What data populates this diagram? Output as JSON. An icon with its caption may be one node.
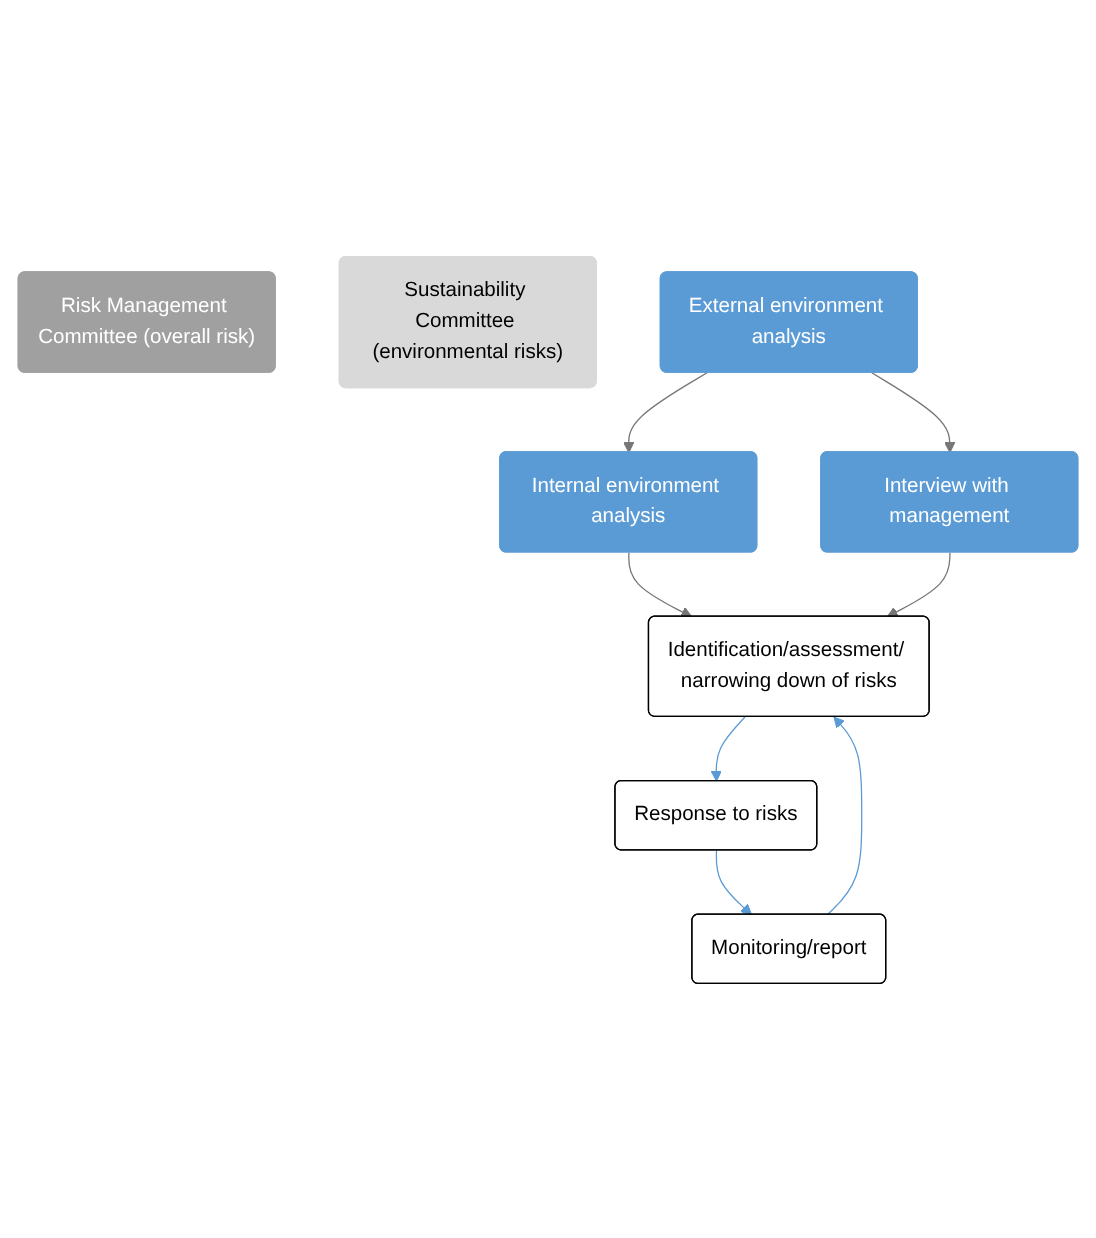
{
  "diagram": {
    "nodes": [
      {
        "text": [
          "Risk Management Committee (overall risk)"
        ]
      },
      {
        "text": [
          "Sustainability Committee (environmental risks)"
        ]
      },
      {
        "text": [
          "External environment analysis"
        ]
      },
      {
        "text": [
          "Internal environment analysis"
        ]
      },
      {
        "text": [
          "Interview with management"
        ]
      },
      {
        "text": [
          "Identification/assessment/ narrowing down of risks"
        ]
      },
      {
        "text": [
          "Response to risks"
        ]
      },
      {
        "text": [
          "Monitoring/report"
        ]
      }
    ],
    "edges": [
      {
        "from": 2,
        "to": 3,
        "arrow": "to",
        "color": "#767676"
      },
      {
        "from": 2,
        "to": 4,
        "arrow": "to",
        "color": "#767676"
      },
      {
        "from": 3,
        "to": 5,
        "arrow": "to",
        "color": "#767676"
      },
      {
        "from": 4,
        "to": 5,
        "arrow": "to",
        "color": "#767676"
      },
      {
        "from": 5,
        "to": 6,
        "arrow": "to",
        "color": "#5b9bd5"
      },
      {
        "from": 6,
        "to": 7,
        "arrow": "to",
        "color": "#5b9bd5"
      },
      {
        "from": 7,
        "to": 5,
        "arrow": "to",
        "color": "#5b9bd5"
      }
    ]
  }
}
